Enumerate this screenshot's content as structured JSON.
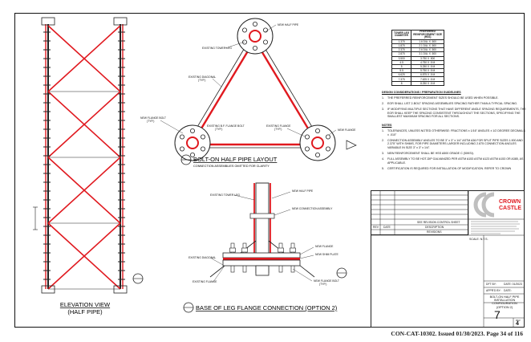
{
  "titles": {
    "elevation_line1": "ELEVATION VIEW",
    "elevation_line2": "(HALF PIPE)",
    "bolt_on": "BOLT-ON HALF PIPE LAYOUT",
    "bolt_on_sub": "CONNECTION ASSEMBLIES OMITTED FOR CLARITY",
    "base_flange": "BASE OF LEG FLANGE CONNECTION (OPTION 2)"
  },
  "plan_labels": {
    "new_half_pipe": "NEW HALF PIPE",
    "existing_tower_leg": "EXISTING TOWER LEG",
    "existing_diagonal": "EXISTING DIAGONAL",
    "existing_diagonal_sub": "(TYP.)",
    "new_flange_bolt": "NEW FLANGE BOLT",
    "new_flange_bolt_sub": "(TYP.)",
    "existing_bf_flange_bolt": "EXISTING B.F. FLANGE BOLT",
    "existing_bf_flange_bolt_sub": "(TYP.)",
    "existing_flange": "EXISTING FLANGE",
    "existing_flange_sub": "(TYP.)",
    "new_flange": "NEW FLANGE"
  },
  "detail_labels": {
    "existing_tower_leg": "EXISTING TOWER LEG",
    "new_half_pipe": "NEW HALF PIPE",
    "new_connection_assembly": "NEW CONNECTION ASSEMBLY",
    "new_flange": "NEW FLANGE",
    "new_shim_plate": "NEW SHIM PLATE",
    "existing_diagonal": "EXISTING DIAGONAL",
    "existing_flange": "EXISTING FLANGE",
    "new_flange_bolt": "NEW FLANGE BOLT",
    "new_flange_bolt_sub": "(TYP.)"
  },
  "reinforcement_table": {
    "headers": [
      "TOWER LEG\nDIAMETER",
      "PREFERRED\nREINFORCEMENT SIZE\n(HSS)"
    ],
    "rows": [
      [
        "1.375",
        "1.6 DIA. X .500"
      ],
      [
        "1.875",
        "2.1 DIA. X .500"
      ],
      [
        "2.375",
        "2.6 DIA. X .500"
      ],
      [
        "2.875",
        "3.1 DIA. X .500"
      ],
      [
        "3.500",
        "3.750 X .500"
      ],
      [
        "4.5",
        "4.750 X .5 M"
      ],
      [
        "5",
        "5.250 X .5 M"
      ],
      [
        "5.5",
        "5.750 X .5 M"
      ],
      [
        "6.625",
        "6.875 X .5 M"
      ],
      [
        "7.375",
        "7.625 X .5 M"
      ],
      [
        "8",
        "8.250 X .5 M"
      ]
    ]
  },
  "notes": {
    "design_heading": "DESIGN CONSIDERATIONS / PREPARATION GUIDELINES",
    "design_items": [
      "THE PREFERRED REINFORCEMENT SIZES SHOULD BE USED WHEN POSSIBLE.",
      "EOR SHALL LIST 2-BOLT SPACING ASSEMBLIES SPACING RATHER THAN A TYPICAL SPACING.",
      "IF MODIFYING MULTIPLE SECTIONS THAT HAVE DIFFERENT ANGLE SPACING REQUIREMENTS, THE EOR SHALL KEEP THE SPACING CONSISTENT THROUGHOUT THE SECTIONS, SPECIFYING THE SMALLEST MAXIMUM SPACING FOR ALL SECTIONS."
    ],
    "notes_heading": "NOTES",
    "note_items": [
      "TOLERANCES, UNLESS NOTED OTHERWISE: FRACTIONS ± 1/16\" ANGLES ± 1/2 DEGREE DECIMALS ± .010\"",
      "CONNECTION ASSEMBLY ANGLES TO BE 3\" x 3\" x 1/4\" ASTM A36 FOR SPLIT PIPE SIZES 1.900 AND 2.375\" WITH SHIMS, FOR PIPE DIAMETERS LARGER INCLUDING 2.875 CONNECTION ANGLES VARIABLE IN SIZE 3\" x 3\" x 1/4\".",
      "NEW REINFORCEMENT SHALL BE HSS A500 GRADE C (50KSI).",
      "FULL ASSEMBLY TO BE HOT-DIP GALVANIZED PER ASTM A153 ASTM A123 ASTM A153 OR A385, AS APPLICABLE.",
      "CERTIFICATION IS REQUIRED FOR INSTALLATION OF MODIFICATION. REFER TO CROWN"
    ]
  },
  "title_block": {
    "revision_label": "SEE REVISION CONTROL SHEET",
    "col_rev": "REV",
    "col_date": "DATE",
    "col_description": "DESCRIPTION",
    "revisions_label": "REVISIONS",
    "logo_line1": "CROWN",
    "logo_line2": "CASTLE",
    "scale": "SCALE: N.T.S.",
    "drawn_by": "DFT BY:",
    "drawn_date": "DATE: 01/2023",
    "approved_by": "APPR'D BY:",
    "approved_date": "DATE:",
    "drawing_title": "BOLT-ON HALF PIPE INSTALLATION CONFIGURATION (OPTION 2)",
    "sheet_number": "7",
    "rev_label": "REV",
    "rev_number": "4"
  },
  "footer": "CON-CAT-10302. Issued 01/30/2023. Page 34 of 116",
  "colors": {
    "reinforcement": "#e0191f",
    "linework": "#111111",
    "logo": "#bfbfbf"
  }
}
